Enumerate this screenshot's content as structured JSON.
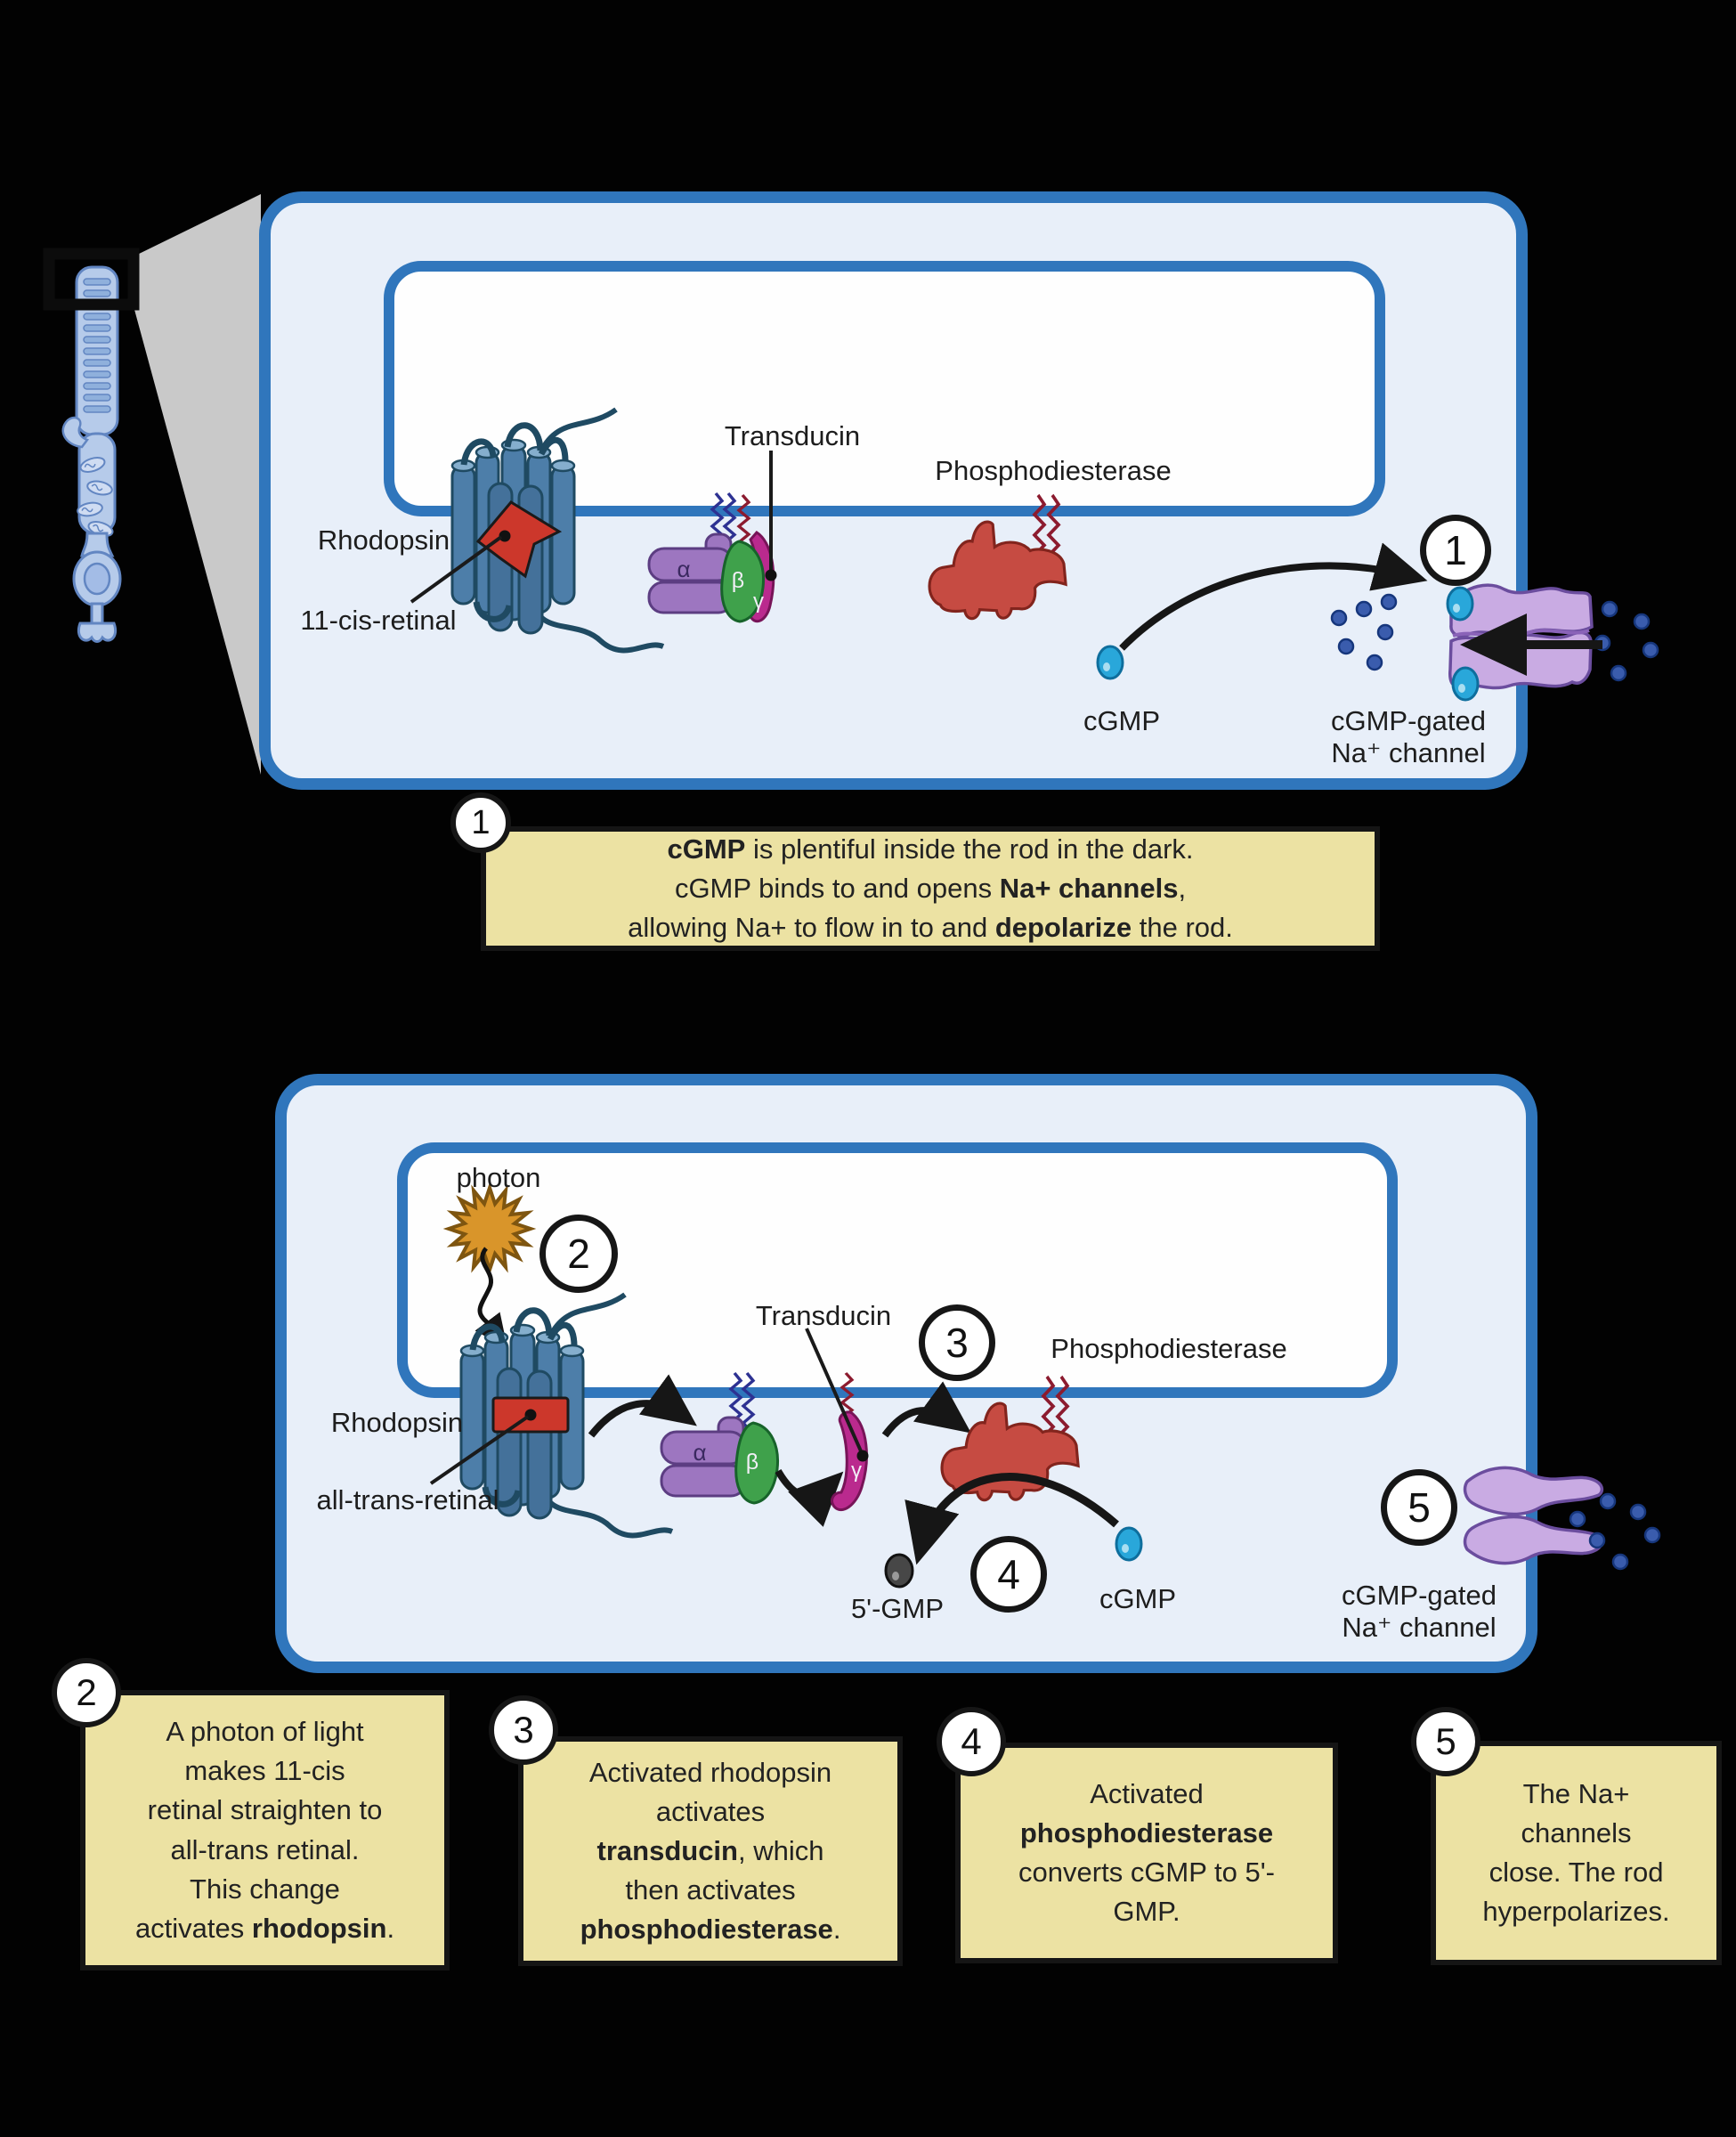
{
  "top": {
    "labels": {
      "rhodopsin": "Rhodopsin",
      "retinal": "11-cis-retinal",
      "transducin": "Transducin",
      "phosphodiesterase": "Phosphodiesterase",
      "cgmp": "cGMP",
      "channel1": "cGMP-gated",
      "channel2": "Na⁺ channel"
    }
  },
  "bottom": {
    "labels": {
      "photon": "photon",
      "rhodopsin": "Rhodopsin",
      "retinal": "all-trans-retinal",
      "transducin": "Transducin",
      "phosphodiesterase": "Phosphodiesterase",
      "cgmp": "cGMP",
      "gmp": "5'-GMP",
      "channel1": "cGMP-gated",
      "channel2": "Na⁺ channel"
    }
  },
  "subunits": {
    "alpha": "α",
    "beta": "β",
    "gamma": "γ"
  },
  "colors": {
    "panel_fill": "#e8eff9",
    "panel_border": "#3076bc",
    "callout_bg": "#ece2a3",
    "rhodopsin_blue": "#4d7ea9",
    "retinal_red": "#cc372b",
    "alpha_purple": "#9d76c0",
    "beta_green": "#3fa14b",
    "gamma_magenta": "#ba2a8e",
    "pde_red": "#c64b42",
    "channel_purple": "#c9abe3",
    "cgmp_cyan": "#29a7da",
    "na_blue": "#3a5cad",
    "photon_orange": "#d9952a"
  },
  "callouts": [
    {
      "number": "1",
      "lines": [
        [
          {
            "t": "cGMP",
            "b": true
          },
          {
            "t": " is plentiful inside the rod in the dark."
          }
        ],
        [
          {
            "t": "cGMP binds to and opens "
          },
          {
            "t": "Na+ channels",
            "b": true
          },
          {
            "t": ","
          }
        ],
        [
          {
            "t": "allowing Na+ to flow in to and "
          },
          {
            "t": "depolarize",
            "b": true
          },
          {
            "t": " the rod."
          }
        ]
      ]
    },
    {
      "number": "2",
      "lines": [
        [
          {
            "t": "A photon of light"
          }
        ],
        [
          {
            "t": "makes 11-cis"
          }
        ],
        [
          {
            "t": "retinal straighten to"
          }
        ],
        [
          {
            "t": "all-trans retinal."
          }
        ],
        [
          {
            "t": "This change"
          }
        ],
        [
          {
            "t": "activates "
          },
          {
            "t": "rhodopsin",
            "b": true
          },
          {
            "t": "."
          }
        ]
      ]
    },
    {
      "number": "3",
      "lines": [
        [
          {
            "t": "Activated rhodopsin"
          }
        ],
        [
          {
            "t": "activates"
          }
        ],
        [
          {
            "t": "transducin",
            "b": true
          },
          {
            "t": ", which"
          }
        ],
        [
          {
            "t": "then activates"
          }
        ],
        [
          {
            "t": "phosphodiesterase",
            "b": true
          },
          {
            "t": "."
          }
        ]
      ]
    },
    {
      "number": "4",
      "lines": [
        [
          {
            "t": "Activated"
          }
        ],
        [
          {
            "t": "phosphodiesterase",
            "b": true
          }
        ],
        [
          {
            "t": "converts cGMP to 5'-"
          }
        ],
        [
          {
            "t": "GMP."
          }
        ]
      ]
    },
    {
      "number": "5",
      "lines": [
        [
          {
            "t": "The Na+"
          }
        ],
        [
          {
            "t": "channels"
          }
        ],
        [
          {
            "t": "close. The rod"
          }
        ],
        [
          {
            "t": "hyperpolarizes."
          }
        ]
      ]
    }
  ]
}
